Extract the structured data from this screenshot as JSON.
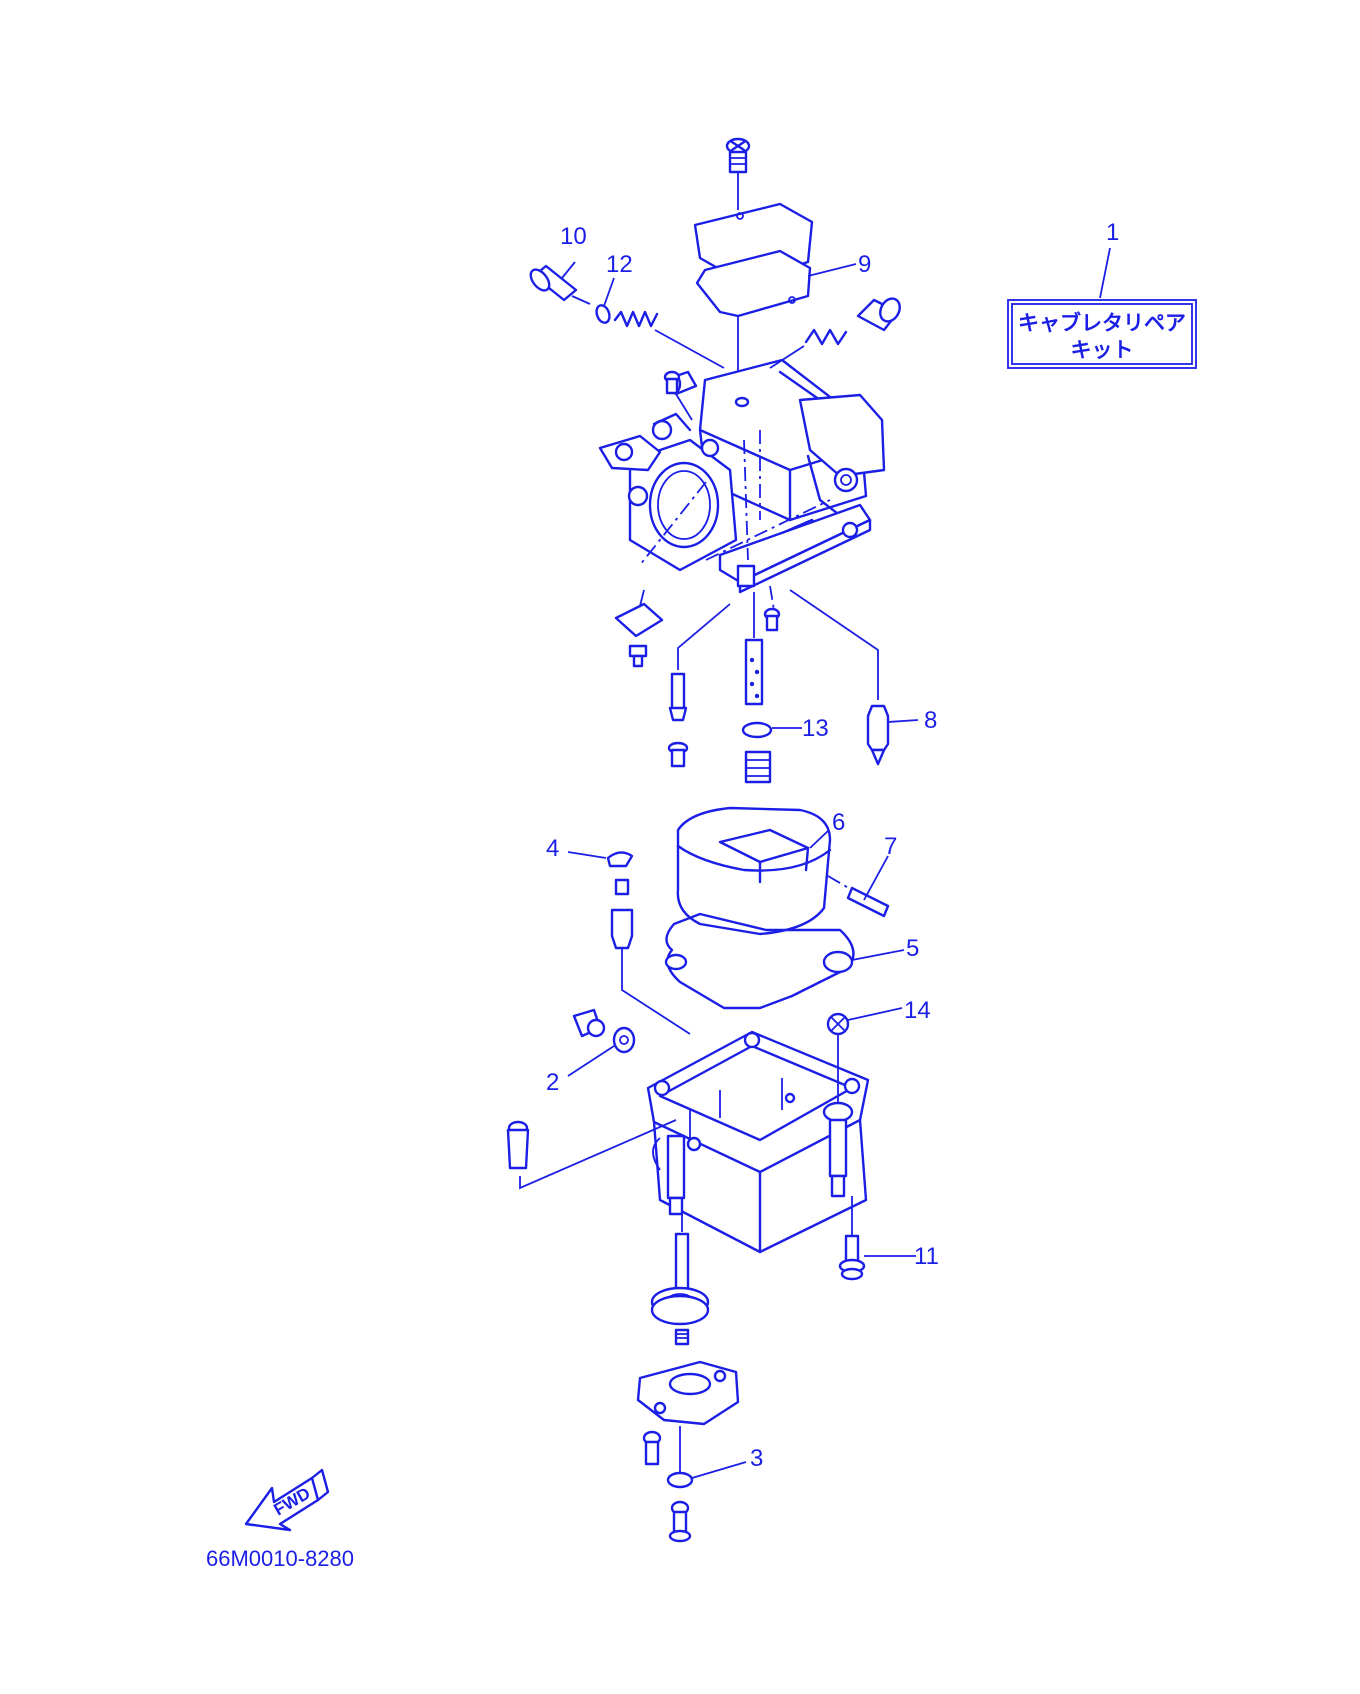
{
  "colors": {
    "ink": "#1b1fe6",
    "background": "#ffffff"
  },
  "callouts": [
    "1",
    "2",
    "3",
    "4",
    "5",
    "6",
    "7",
    "8",
    "9",
    "10",
    "11",
    "12",
    "13",
    "14"
  ],
  "kit_label": {
    "line1": "キャブレタリペア",
    "line2": "キット"
  },
  "fwd_label": "FWD",
  "diagram_code": "66M0010-8280"
}
